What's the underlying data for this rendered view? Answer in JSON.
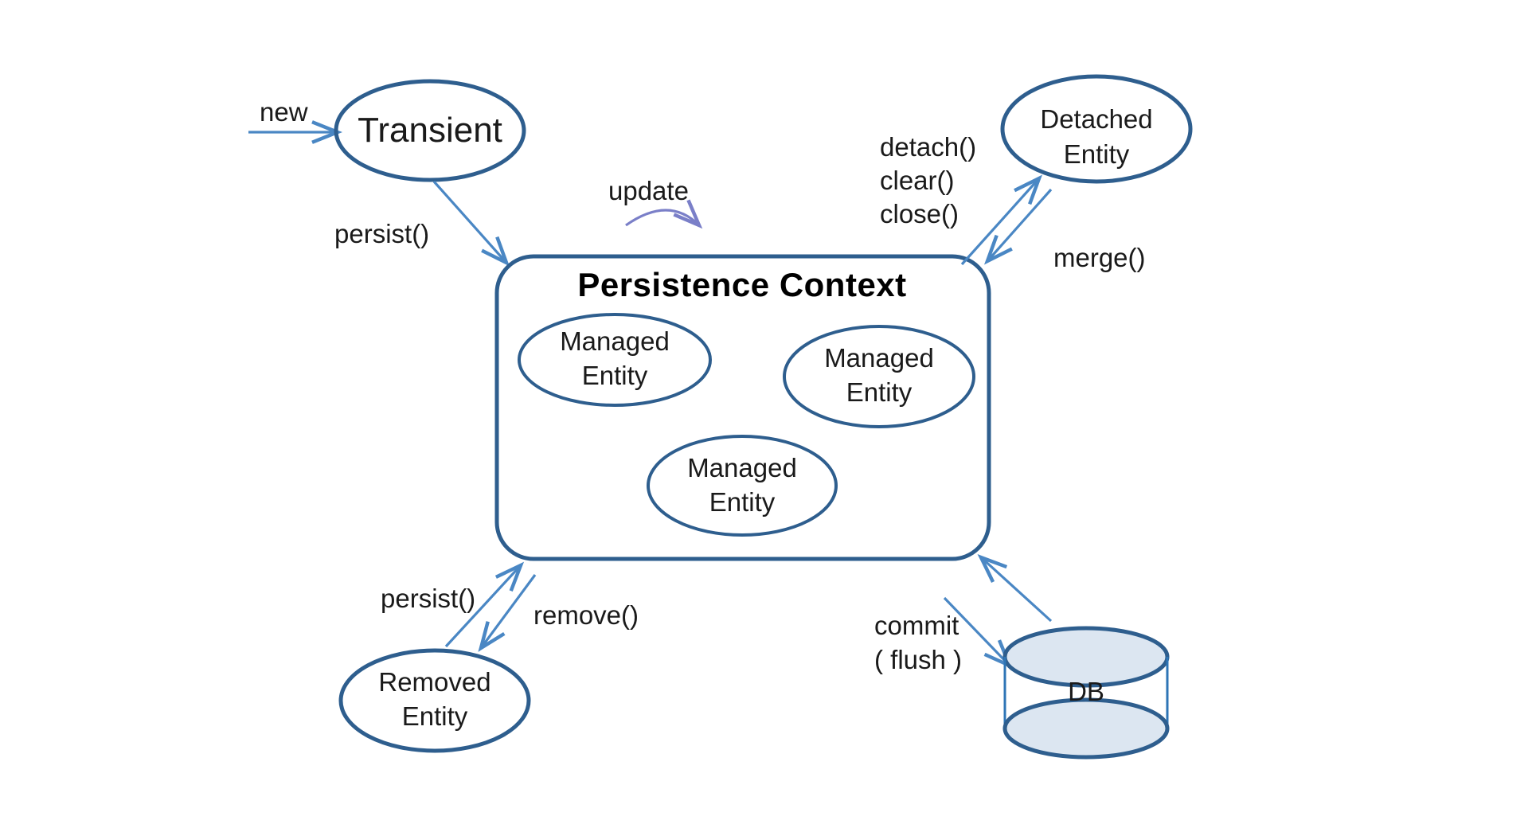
{
  "diagram": {
    "title": "JPA Entity Lifecycle / Persistence Context",
    "background_color": "#FFFFFF",
    "stroke_color": "#2E5E8E",
    "connector_color": "#4A87C4",
    "curve_color": "#7A7FC8",
    "cylinder_fill": "#DCE6F1"
  },
  "nodes": {
    "transient": {
      "label": "Transient",
      "shape": "ellipse"
    },
    "detached": {
      "line1": "Detached",
      "line2": "Entity",
      "shape": "ellipse"
    },
    "removed": {
      "line1": "Removed",
      "line2": "Entity",
      "shape": "ellipse"
    },
    "context": {
      "title": "Persistence Context",
      "shape": "rounded-rect"
    },
    "managed1": {
      "line1": "Managed",
      "line2": "Entity",
      "shape": "ellipse"
    },
    "managed2": {
      "line1": "Managed",
      "line2": "Entity",
      "shape": "ellipse"
    },
    "managed3": {
      "line1": "Managed",
      "line2": "Entity",
      "shape": "ellipse"
    },
    "db": {
      "label": "DB",
      "shape": "cylinder"
    }
  },
  "edges": {
    "new": {
      "label": "new"
    },
    "persist_from_transient": {
      "label": "persist()"
    },
    "update": {
      "label": "update"
    },
    "detach_group": {
      "line1": "detach()",
      "line2": "clear()",
      "line3": "close()"
    },
    "merge": {
      "label": "merge()"
    },
    "persist_from_removed": {
      "label": "persist()"
    },
    "remove": {
      "label": "remove()"
    },
    "commit": {
      "line1": "commit",
      "line2": "( flush )"
    }
  }
}
